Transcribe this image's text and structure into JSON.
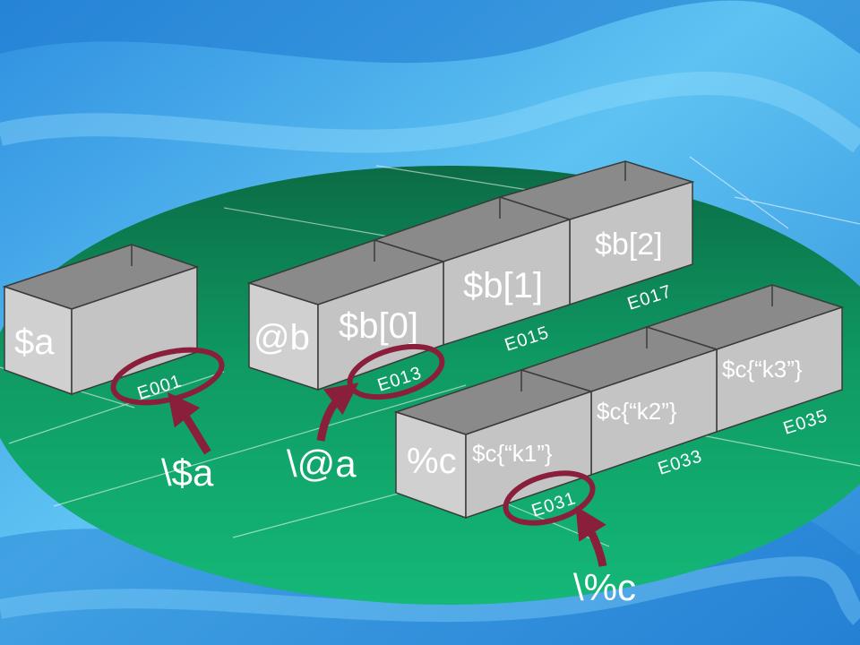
{
  "scalar": {
    "name": "$a",
    "address": "E001",
    "reference": "\\$a"
  },
  "array": {
    "name": "@b",
    "elements": [
      {
        "label": "$b[0]",
        "address": "E013"
      },
      {
        "label": "$b[1]",
        "address": "E015"
      },
      {
        "label": "$b[2]",
        "address": "E017"
      }
    ],
    "reference": "\\@a"
  },
  "hash": {
    "name": "%c",
    "elements": [
      {
        "label": "$c{“k1”}",
        "address": "E031"
      },
      {
        "label": "$c{“k2”}",
        "address": "E033"
      },
      {
        "label": "$c{“k3”}",
        "address": "E035"
      }
    ],
    "reference": "\\%c"
  },
  "colors": {
    "background": "#3a9be0",
    "platter": "#0f9a62",
    "platter_dark": "#0b6b45",
    "box_front": "#c4c4c4",
    "box_side": "#d8d8d8",
    "box_top": "#8a8a8a",
    "pointer": "#8a1f3c",
    "text": "#ffffff"
  }
}
